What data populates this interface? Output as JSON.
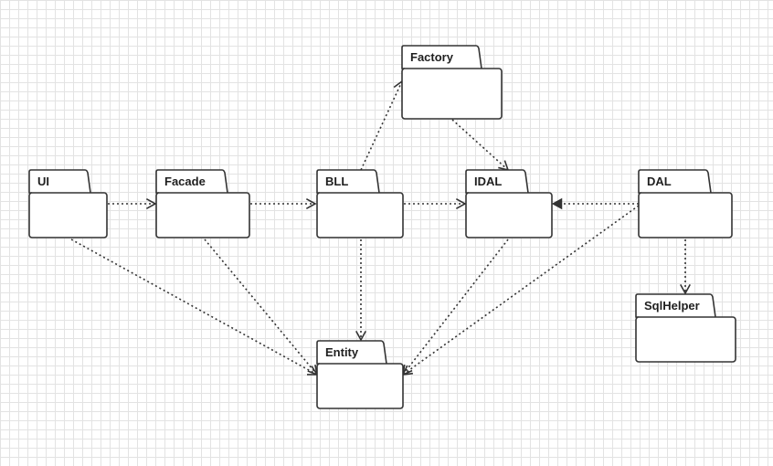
{
  "diagram": {
    "packages": [
      {
        "id": "factory",
        "label": "Factory"
      },
      {
        "id": "ui",
        "label": "UI"
      },
      {
        "id": "facade",
        "label": "Facade"
      },
      {
        "id": "bll",
        "label": "BLL"
      },
      {
        "id": "idal",
        "label": "IDAL"
      },
      {
        "id": "dal",
        "label": "DAL"
      },
      {
        "id": "sqlhelper",
        "label": "SqlHelper"
      },
      {
        "id": "entity",
        "label": "Entity"
      }
    ],
    "dependencies": [
      {
        "from": "ui",
        "to": "facade",
        "style": "dotted",
        "head": "open"
      },
      {
        "from": "facade",
        "to": "bll",
        "style": "dotted",
        "head": "open"
      },
      {
        "from": "bll",
        "to": "idal",
        "style": "dotted",
        "head": "open"
      },
      {
        "from": "bll",
        "to": "factory",
        "style": "dotted",
        "head": "open"
      },
      {
        "from": "factory",
        "to": "idal",
        "style": "dotted",
        "head": "open"
      },
      {
        "from": "dal",
        "to": "idal",
        "style": "dotted",
        "head": "filled"
      },
      {
        "from": "dal",
        "to": "sqlhelper",
        "style": "dotted",
        "head": "open"
      },
      {
        "from": "ui",
        "to": "entity",
        "style": "dotted",
        "head": "open"
      },
      {
        "from": "facade",
        "to": "entity",
        "style": "dotted",
        "head": "open"
      },
      {
        "from": "bll",
        "to": "entity",
        "style": "dotted",
        "head": "open"
      },
      {
        "from": "idal",
        "to": "entity",
        "style": "dotted",
        "head": "open"
      },
      {
        "from": "dal",
        "to": "entity",
        "style": "dotted",
        "head": "open"
      }
    ],
    "colors": {
      "line": "#333333",
      "grid": "#e3e3e3",
      "background": "#ffffff"
    }
  }
}
